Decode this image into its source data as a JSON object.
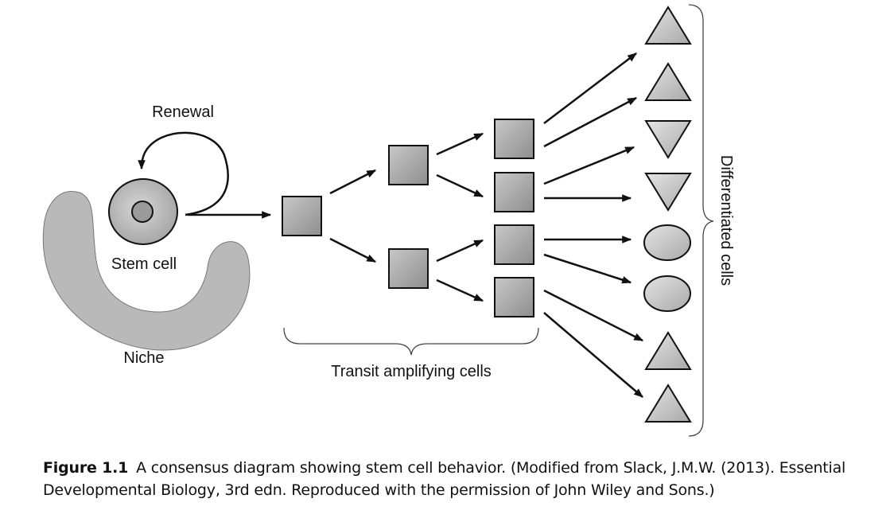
{
  "labels": {
    "renewal": "Renewal",
    "stem_cell": "Stem cell",
    "niche": "Niche",
    "transit": "Transit amplifying cells",
    "differentiated": "Differentiated  cells"
  },
  "caption": {
    "figure": "Figure 1.1",
    "line1": "A consensus diagram showing stem cell behavior. (Modified from Slack, J.M.W. (2013). Essential",
    "line2": "Developmental Biology, 3rd edn. Reproduced with the permission of John Wiley and Sons.)"
  }
}
